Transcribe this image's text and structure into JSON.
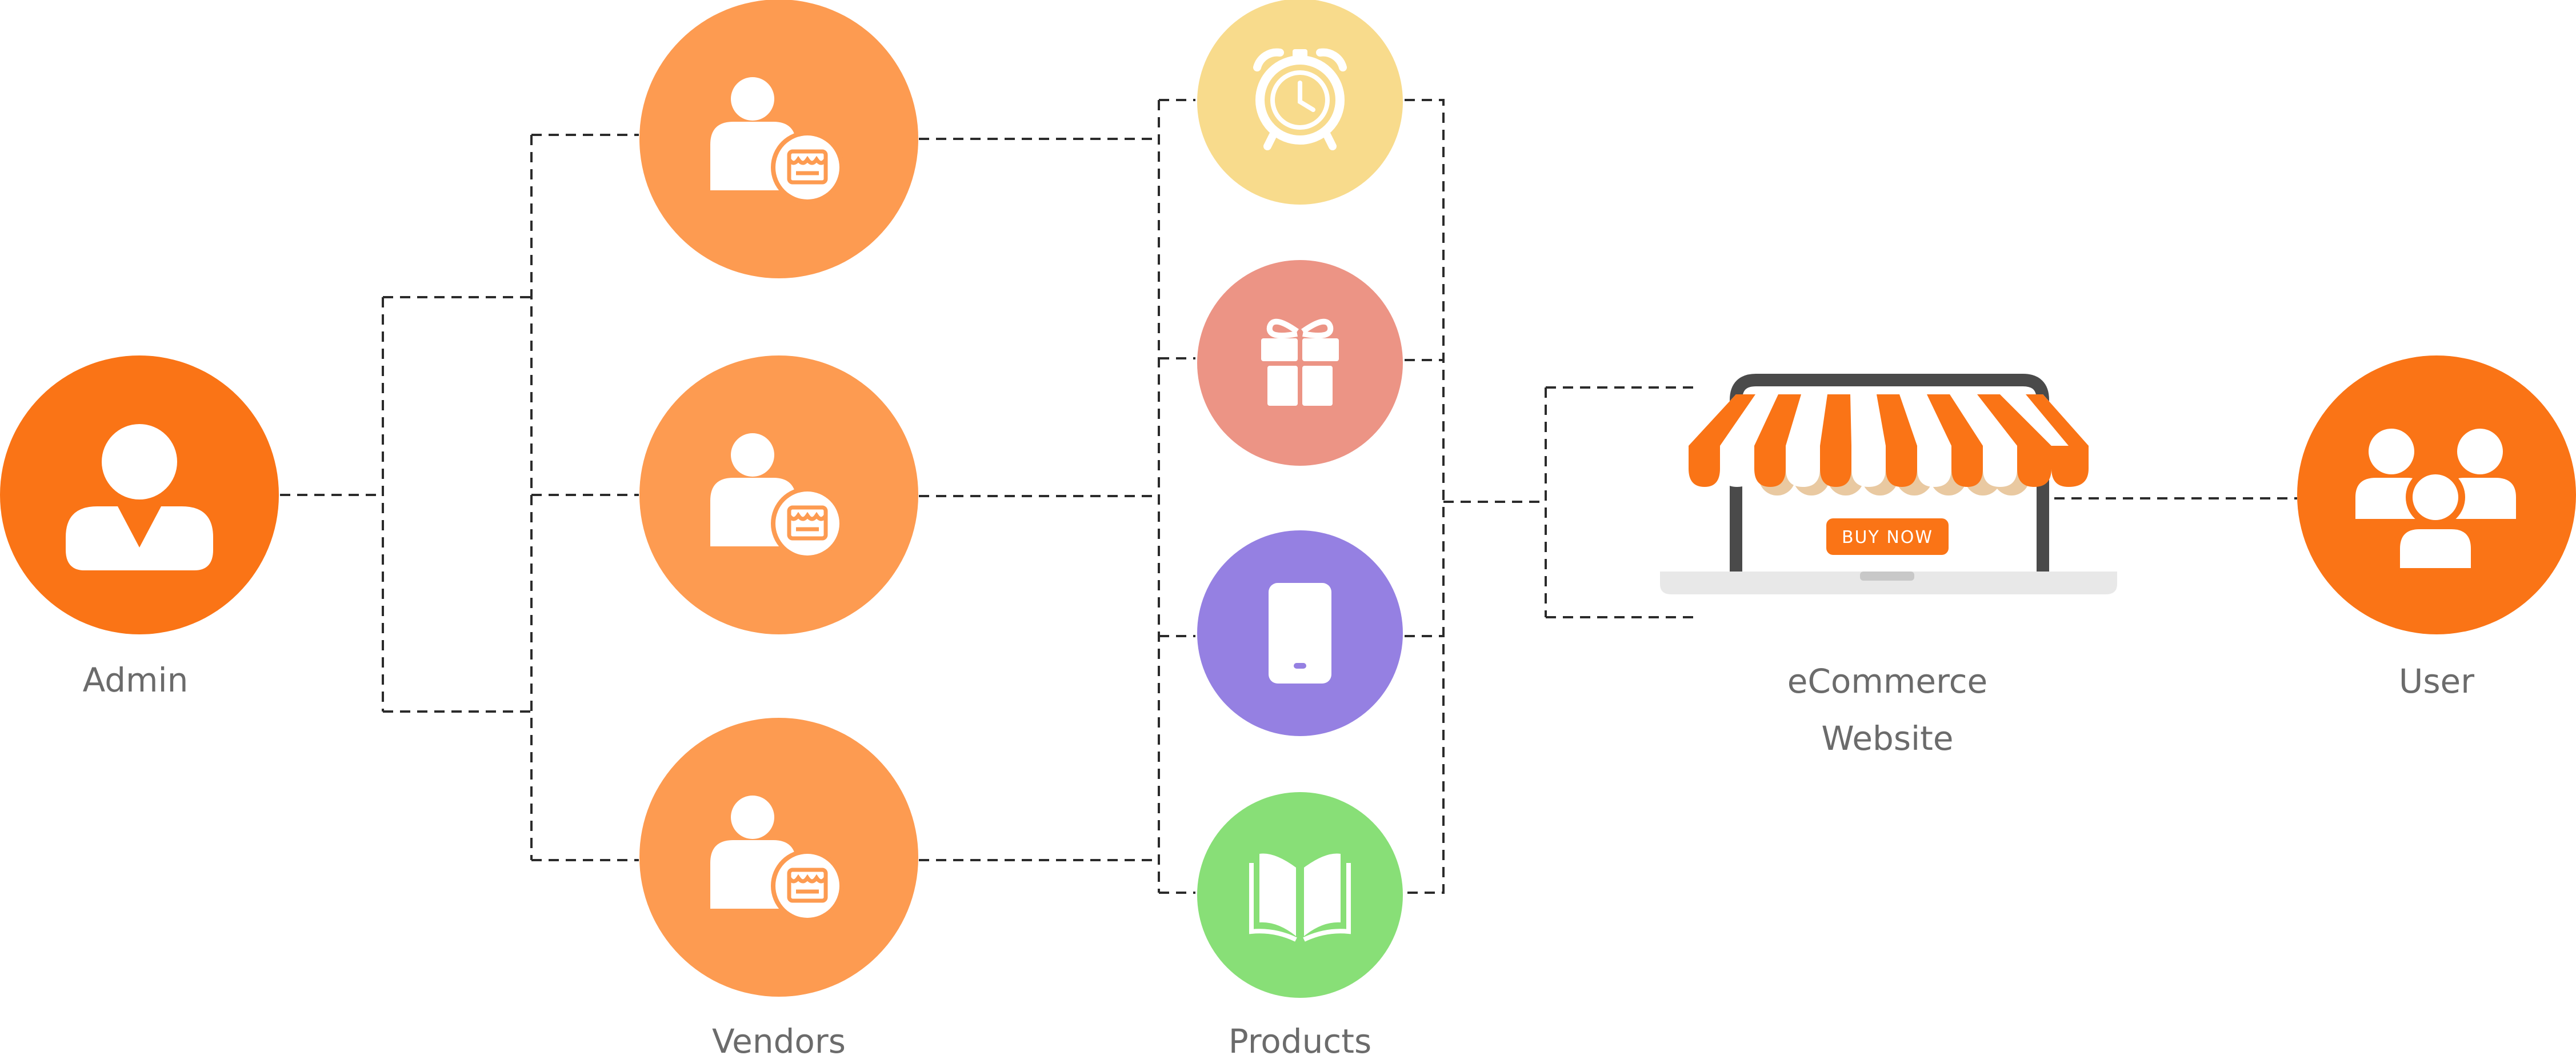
{
  "labels": {
    "admin": "Admin",
    "vendors": "Vendors",
    "products": "Products",
    "ecommerce_line1": "eCommerce",
    "ecommerce_line2": "Website",
    "user": "User",
    "buy_now": "BUY NOW"
  },
  "colors": {
    "primary_orange": "#FA7416",
    "vendor_orange": "#FD9B51",
    "clock_yellow": "#F8DB8C",
    "gift_salmon": "#EC9485",
    "phone_purple": "#9580E2",
    "book_green": "#88DF77",
    "connector": "#2B2B2B",
    "label_gray": "#6B6B6B",
    "laptop_dark": "#4A4A4A",
    "laptop_base": "#E8E8E8",
    "awning_orange": "#FA7416",
    "awning_scallop": "#E9C9A1"
  },
  "icons": {
    "admin": "admin-user-icon",
    "vendor": "vendor-store-icon",
    "products": [
      "alarm-clock-icon",
      "gift-icon",
      "smartphone-icon",
      "open-book-icon"
    ],
    "website": "storefront-laptop-icon",
    "user": "user-group-icon"
  }
}
